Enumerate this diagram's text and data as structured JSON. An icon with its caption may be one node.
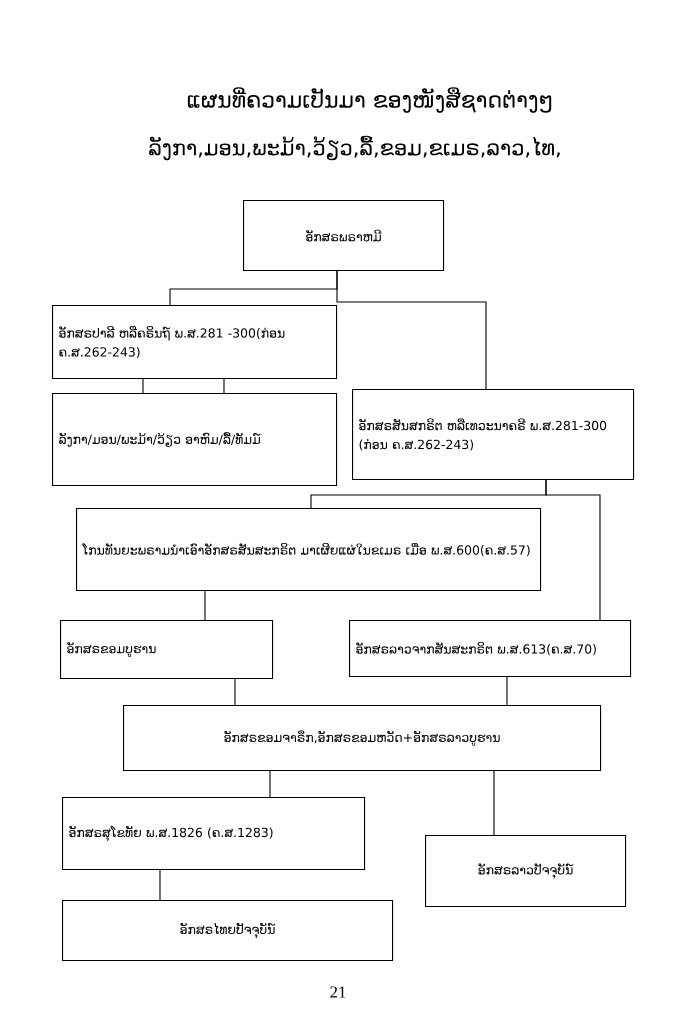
{
  "diagram": {
    "title": "ແຜນທີ່ຄວາມເປັນມາ ຂອງໜັງສືຊາດຕ່າງໆ",
    "nodes": [
      {
        "text": [
          "ອັກສຣພຣາຫມີ"
        ]
      },
      {
        "text": [
          "ອັກສຣປາລີ ຫລືຄຣິນຖ໌ ພ.ສ.281 -300(ກ່ອນ ຄ.ສ.262-243)"
        ]
      },
      {
        "text": [
          "ລັງກາ/ມອນ/ພະມ້າ/ວ້ຽວ ອາຫົມ/ລື້/ທັມມ໌"
        ]
      },
      {
        "text": [
          "ອັກສຣສັນສກຣິຕ ຫລືເທວະນາຄຣີ ພ.ສ.281-300 (ກ່ອນ ຄ.ສ.262-243)"
        ]
      },
      {
        "text": [
          "ໂກນທັນຍະພຣາມນຳເອົາອັກສຣສັນສະກຣິຕ ມາເຜີຍແຜ່ໃນຂເມຣ ເມື່ອ ພ.ສ.600(ຄ.ສ.57)"
        ]
      },
      {
        "text": [
          "ອັກສຣຂອມບູຮານ"
        ]
      },
      {
        "text": [
          "ອັກສຣລາວຈາກສັນສະກຣິຕ ພ.ສ.613(ຄ.ສ.70)"
        ]
      },
      {
        "text": [
          "ອັກສຣຂອມຈາຣຶກ,ອັກສຣຂອມຫວັດ+ອັກສຣລາວບູຮານ"
        ]
      },
      {
        "text": [
          "ອັກສຣສຸໂຂທັຍ ພ.ສ.1826 (ຄ.ສ.1283)"
        ]
      },
      {
        "text": [
          "ອັກສຣລາວປັຈຈຸບັນ໌"
        ]
      },
      {
        "text": [
          "ອັກສຣໄທຍປັຈຈຸບັນ໌"
        ]
      }
    ],
    "edges": [
      {
        "from": 0,
        "to": 1,
        "arrow": "none"
      },
      {
        "from": 0,
        "to": 3,
        "arrow": "none"
      },
      {
        "from": 1,
        "to": 2,
        "arrow": "none"
      },
      {
        "from": 1,
        "to": 2,
        "arrow": "none"
      },
      {
        "from": 3,
        "to": 4,
        "arrow": "none"
      },
      {
        "from": 3,
        "to": 6,
        "arrow": "none"
      },
      {
        "from": 4,
        "to": 5,
        "arrow": "none"
      },
      {
        "from": 5,
        "to": 7,
        "arrow": "none"
      },
      {
        "from": 6,
        "to": 7,
        "arrow": "none"
      },
      {
        "from": 7,
        "to": 8,
        "arrow": "none"
      },
      {
        "from": 7,
        "to": 9,
        "arrow": "none"
      },
      {
        "from": 8,
        "to": 10,
        "arrow": "none"
      }
    ],
    "labels": [
      "ລັງກາ,ມອນ,ພະມ້າ,ວ້ຽວ,ລື້,ຂອມ,ຂເມຣ,ລາວ,ໄທ,",
      "21"
    ]
  }
}
